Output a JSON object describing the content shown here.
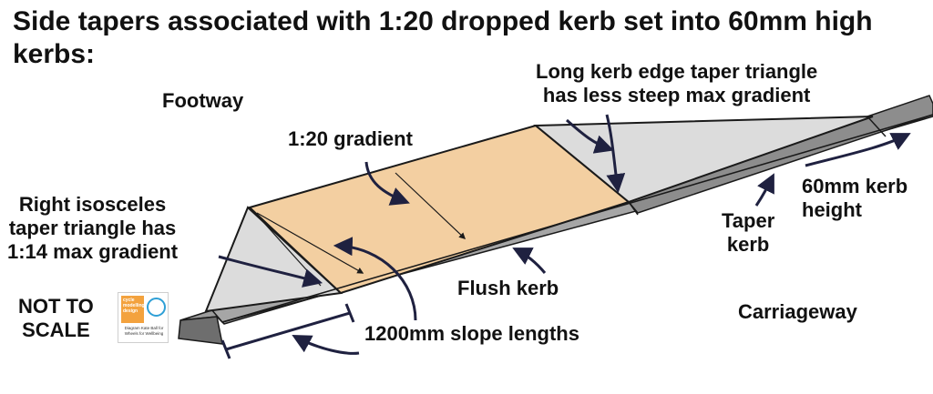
{
  "title": "Side tapers associated with 1:20 dropped kerb set into 60mm high kerbs:",
  "labels": {
    "footway": "Footway",
    "gradient": "1:20 gradient",
    "long_taper": "Long kerb edge taper triangle\nhas less steep max gradient",
    "kerb_height": "60mm kerb\nheight",
    "taper_kerb": "Taper\nkerb",
    "right_isosceles": "Right isosceles\ntaper triangle has\n1:14 max gradient",
    "flush_kerb": "Flush kerb",
    "not_to_scale": "NOT TO\nSCALE",
    "slope_lengths": "1200mm slope lengths",
    "carriageway": "Carriageway"
  },
  "logo": {
    "text": "cycle\nmodelling\ndesign",
    "caption": "Diagram Kate Ball for\nWheels for Wellbeing"
  },
  "colors": {
    "ramp_fill": "#f3cfa1",
    "taper_fill": "#dcdcdc",
    "kerb_fill": "#9b9b9b",
    "kerb_face": "#6e6e6e",
    "outline": "#1a1a1a",
    "arrow": "#1f2140"
  }
}
